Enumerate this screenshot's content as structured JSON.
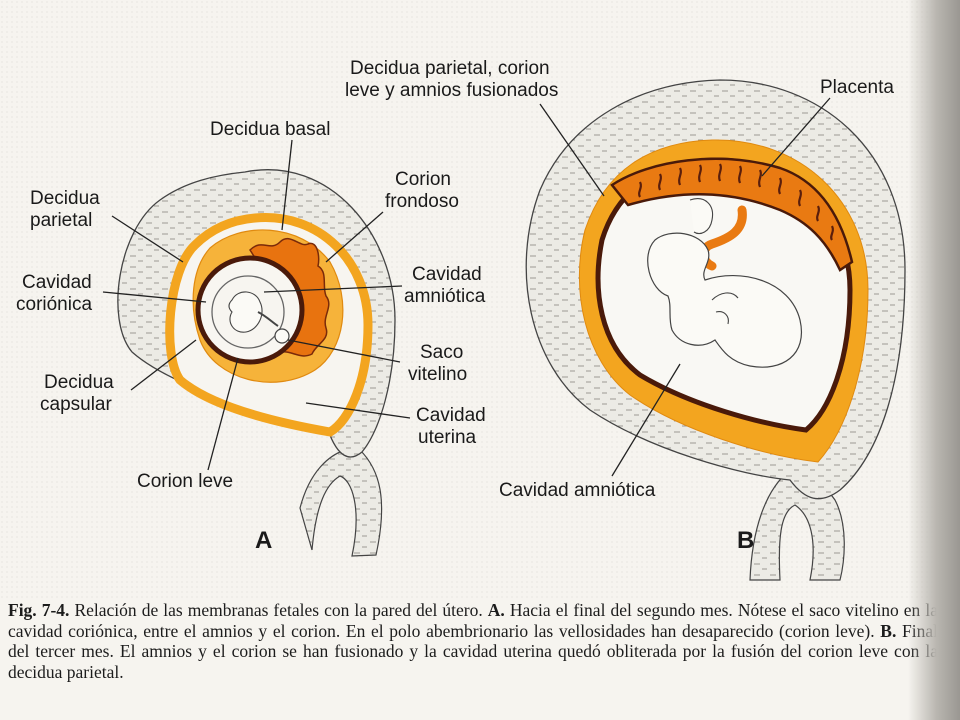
{
  "figure_a": {
    "letter": "A",
    "labels": {
      "decidua_basal": "Decidua basal",
      "corion_frondoso_1": "Corion",
      "corion_frondoso_2": "frondoso",
      "decidua_parietal_1": "Decidua",
      "decidua_parietal_2": "parietal",
      "cavidad_corionica_1": "Cavidad",
      "cavidad_corionica_2": "coriónica",
      "cavidad_amniotica_1": "Cavidad",
      "cavidad_amniotica_2": "amniótica",
      "saco_vitelino_1": "Saco",
      "saco_vitelino_2": "vitelino",
      "decidua_capsular_1": "Decidua",
      "decidua_capsular_2": "capsular",
      "cavidad_uterina_1": "Cavidad",
      "cavidad_uterina_2": "uterina",
      "corion_leve": "Corion leve"
    }
  },
  "figure_b": {
    "letter": "B",
    "labels": {
      "decidua_fusionados_1": "Decidua parietal, corion",
      "decidua_fusionados_2": "leve y amnios fusionados",
      "placenta": "Placenta",
      "cavidad_amniotica": "Cavidad amniótica"
    }
  },
  "caption": {
    "figure_number": "Fig. 7-4.",
    "text1": " Relación de las membranas fetales con la pared del útero. ",
    "a_marker": "A.",
    "text2": " Hacia el final del segundo mes. Nótese el saco vitelino en la cavidad coriónica, entre el amnios y el corion. En el polo abembrionario las vellosidades han desaparecido (corion leve). ",
    "b_marker": "B.",
    "text3": " Final del tercer mes. El amnios y el corion se han fusionado y la cavidad uterina quedó obliterada por la fusión del corion leve con la decidua parietal."
  },
  "colors": {
    "decidua_orange": "#f3a51f",
    "chorion_brown": "#5a1e0c",
    "villi_orange": "#ea7a12",
    "uterine_wall": "#eceae4",
    "background": "#f6f4ef"
  }
}
